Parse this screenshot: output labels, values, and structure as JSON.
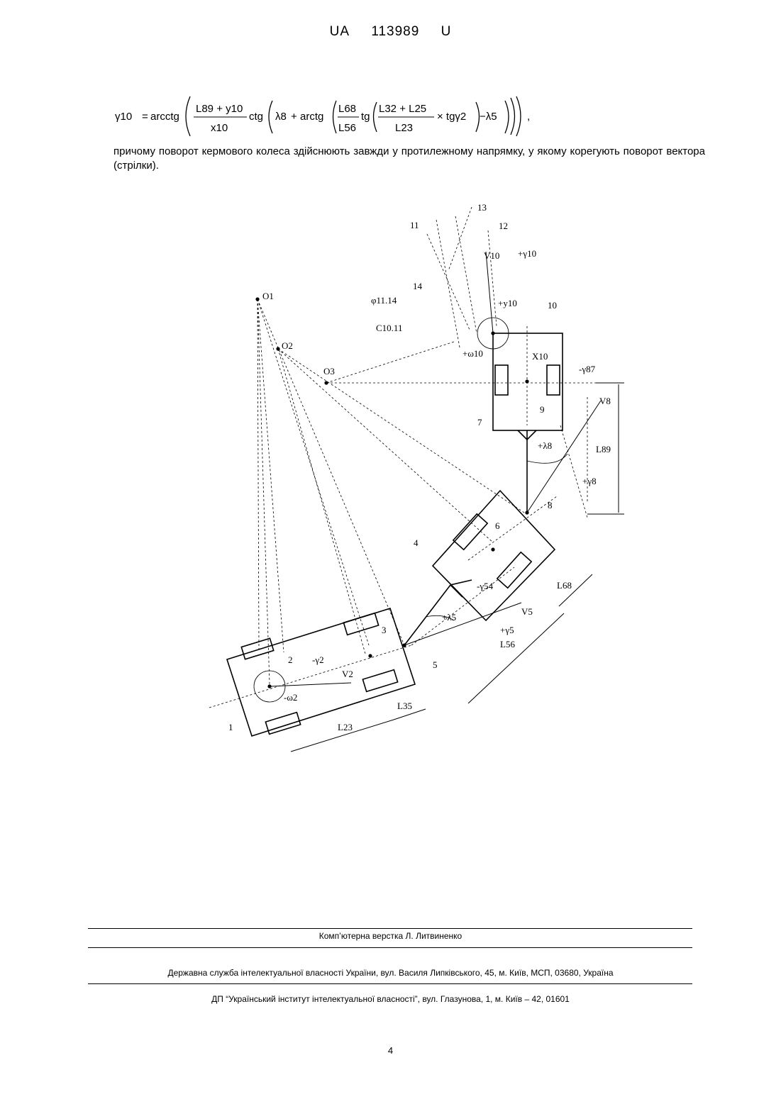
{
  "header": {
    "country": "UA",
    "number": "113989",
    "kind": "U"
  },
  "formula": {
    "lhs": "γ10",
    "func1": "arcctg",
    "num1": "L89 + y10",
    "den1": "x10",
    "ctg": "ctg",
    "lambda8": "λ8",
    "plus": "+",
    "func2": "arctg",
    "num2": "L68",
    "den2": "L56",
    "tg": "tg",
    "num3": "L32 + L25",
    "den3": "L23",
    "times_tg": "× tgγ2",
    "minus_lambda5": "−λ5",
    "tail": ","
  },
  "paragraph": "причому поворот кермового колеса здійснюють завжди у протилежному напрямку, у якому корегують поворот вектора (стрілки).",
  "figure_labels": {
    "l11": "11",
    "l12": "12",
    "l13": "13",
    "l14": "14",
    "v10": "V10",
    "g10": "+γ10",
    "phi": "φ11.14",
    "y10": "+y10",
    "l10": "10",
    "c1011": "C10.11",
    "w10": "+ω10",
    "x10": "X10",
    "g87": "-γ87",
    "o1": "O1",
    "o2": "O2",
    "o3": "O3",
    "l7": "7",
    "l9": "9",
    "v8": "V8",
    "lam8": "+λ8",
    "l89": "L89",
    "g8": "+γ8",
    "l8": "8",
    "l4": "4",
    "l6": "6",
    "l68": "L68",
    "g54": "-γ54",
    "v5": "V5",
    "lam5": "+λ5",
    "g5": "+γ5",
    "l56": "L56",
    "l3": "3",
    "l5": "5",
    "l2": "2",
    "g2": "-γ2",
    "v2": "V2",
    "w2": "-ω2",
    "l35": "L35",
    "l1": "1",
    "l23": "L23"
  },
  "footer": {
    "typesetting": "Комп’ютерна верстка Л. Литвиненко",
    "service": "Державна служба інтелектуальної власності України, вул. Василя Липківського, 45, м. Київ, МСП, 03680, Україна",
    "institute": "ДП “Український інститут інтелектуальної власності”, вул. Глазунова, 1, м. Київ – 42, 01601"
  },
  "page_number": "4"
}
